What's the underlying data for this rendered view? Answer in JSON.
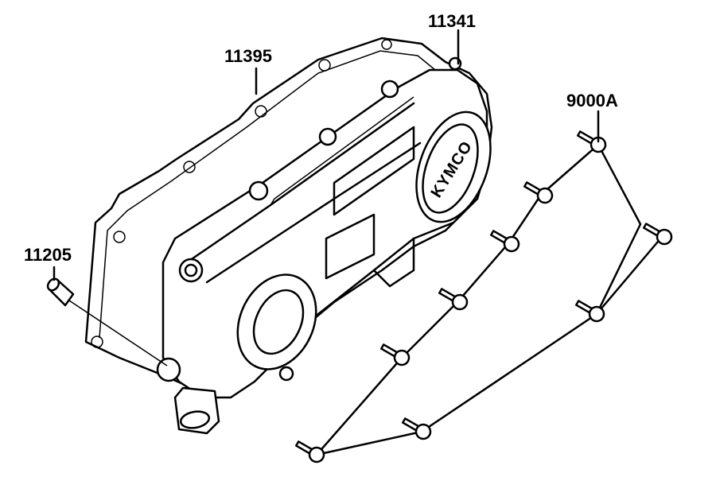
{
  "parts": {
    "cover_part_no": "11395",
    "gasket_part_no": "11341",
    "bolt_part_no": "9000A",
    "dowel_part_no": "11205"
  },
  "cover": {
    "logo_text": "KYMCO"
  }
}
